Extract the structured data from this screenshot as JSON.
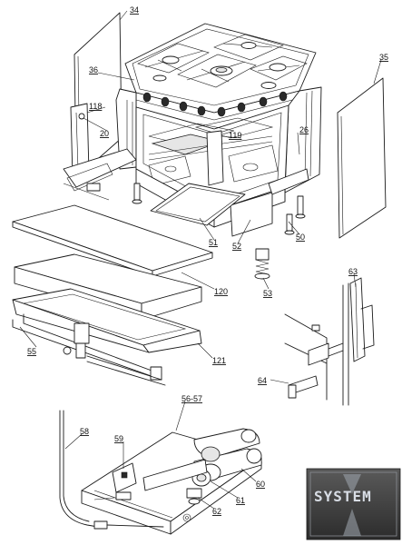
{
  "callouts": [
    {
      "id": "c34",
      "label": "34"
    },
    {
      "id": "c35",
      "label": "35"
    },
    {
      "id": "c36",
      "label": "36"
    },
    {
      "id": "c118",
      "label": "118"
    },
    {
      "id": "c20",
      "label": "20"
    },
    {
      "id": "c119",
      "label": "119"
    },
    {
      "id": "c26",
      "label": "26"
    },
    {
      "id": "c51",
      "label": "51"
    },
    {
      "id": "c52",
      "label": "52"
    },
    {
      "id": "c50",
      "label": "50"
    },
    {
      "id": "c120",
      "label": "120"
    },
    {
      "id": "c53",
      "label": "53"
    },
    {
      "id": "c55",
      "label": "55"
    },
    {
      "id": "c121",
      "label": "121"
    },
    {
      "id": "c63",
      "label": "63"
    },
    {
      "id": "c64",
      "label": "64"
    },
    {
      "id": "c5657",
      "label": "56-57"
    },
    {
      "id": "c58",
      "label": "58"
    },
    {
      "id": "c59",
      "label": "59"
    },
    {
      "id": "c60",
      "label": "60"
    },
    {
      "id": "c61",
      "label": "61"
    },
    {
      "id": "c62",
      "label": "62"
    }
  ],
  "logo": {
    "text": "SYSTEM"
  },
  "colors": {
    "line": "#1a1a1a",
    "background": "#ffffff",
    "logo_dark": "#3a3a3a",
    "logo_light": "#c8ccd2"
  }
}
